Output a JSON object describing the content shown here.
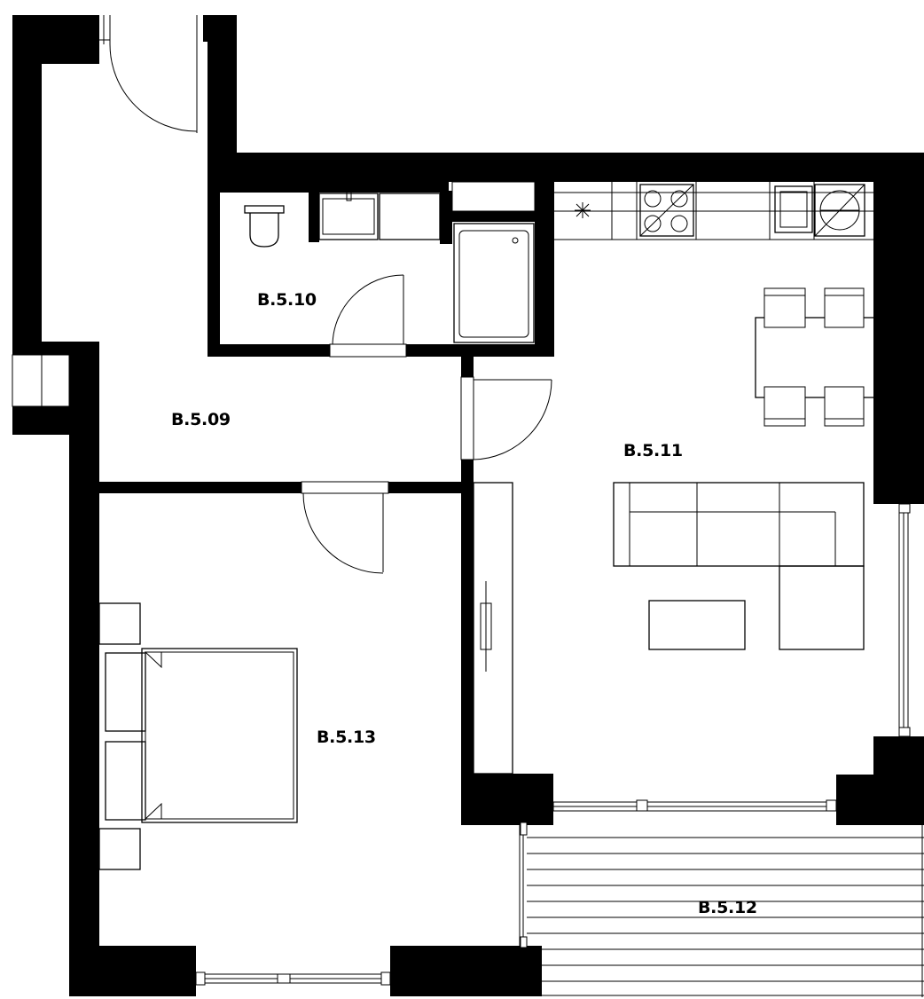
{
  "rooms": {
    "b509": "B.5.09",
    "b510": "B.5.10",
    "b511": "B.5.11",
    "b512": "B.5.12",
    "b513": "B.5.13"
  },
  "colors": {
    "wall": "#000000",
    "background": "#ffffff",
    "line": "#000000"
  },
  "icons": [
    "door-swing-icon",
    "toilet-icon",
    "sink-icon",
    "bathtub-icon",
    "fridge-icon",
    "hob-icon",
    "dishwasher-icon",
    "sofa-icon",
    "bed-icon",
    "table-icon",
    "chair-icon",
    "window-icon"
  ]
}
